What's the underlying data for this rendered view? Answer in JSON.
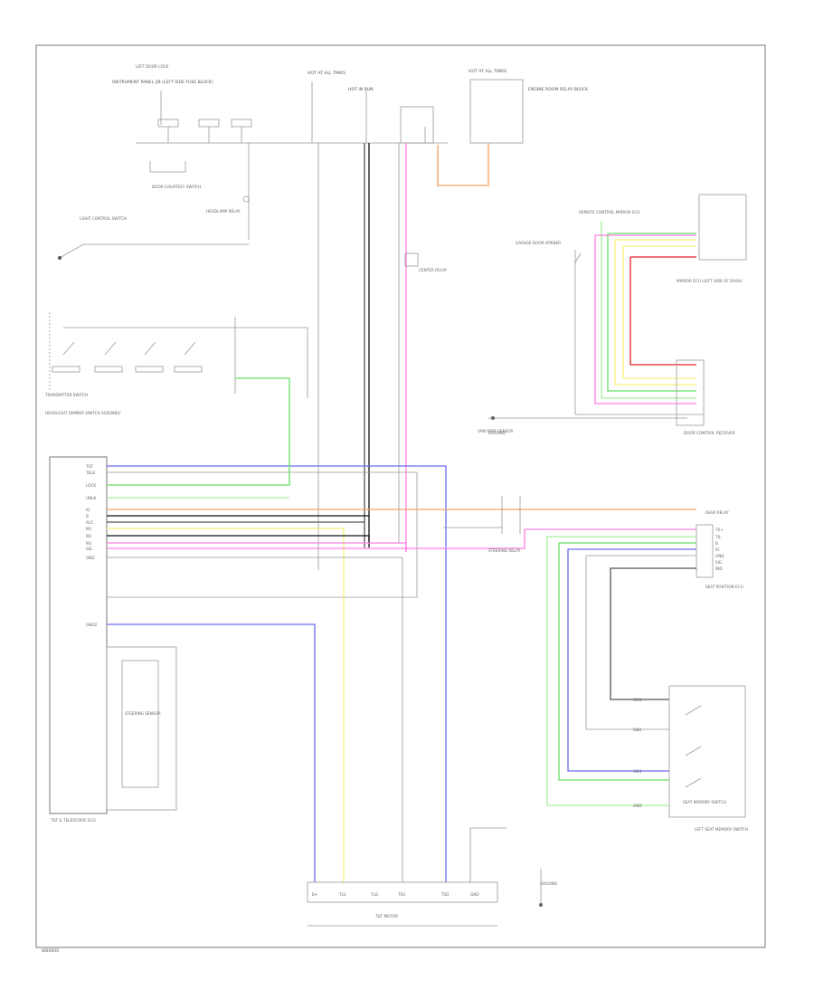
{
  "diagram": {
    "page_code": "W00000",
    "wire_colors": {
      "orange": "#f5a25d",
      "pink": "#ff7fe0",
      "red": "#e8202a",
      "yellow": "#f5f07a",
      "green": "#66e066",
      "lightgreen": "#a8ee9a",
      "blue": "#6a6af0",
      "gray": "#9a9a9a",
      "darkgray": "#555555",
      "black": "#111111"
    },
    "labels": {
      "top_left_fuse_block": "INSTRUMENT PANEL J/B (LEFT SIDE FUSE BLOCK)",
      "fuse_top_center": "HOT AT ALL TIMES",
      "hot_in_start_run": "HOT IN RUN",
      "top_right_fuse": "HOT AT ALL TIMES",
      "engine_room_fuse": "ENGINE ROOM RELAY BLOCK",
      "light_switch": "LIGHT CONTROL SWITCH",
      "door_switch": "DOOR COURTESY SWITCH",
      "headlamp_relay": "HEADLAMP RELAY",
      "left_door_lock": "LEFT DOOR LOCK",
      "transmitter_switch": "TRANSMITTER SWITCH",
      "headlight_switch_assy": "HEADLIGHT DIMMER SWITCH ASSEMBLY",
      "steering_relay": "STEERING RELAY",
      "center_relay": "CENTER RELAY",
      "mirror_ecu": "MIRROR ECU (LEFT SIDE OF DASH)",
      "rear_relay": "REAR RELAY",
      "garage_door_opener": "GARAGE DOOR OPENER",
      "remote_ecu": "REMOTE CONTROL MIRROR ECU",
      "tilt_ecu": "TILT & TELESCOPIC ECU",
      "module": "DOOR CONTROL RECEIVER",
      "steering_module": "STEERING SENSOR",
      "seat_ecu": "SEAT POSITION ECU",
      "seat_switch": "SEAT MEMORY SWITCH",
      "left_seat_switch": "LEFT SEAT MEMORY SWITCH",
      "connector_bottom": "TILT MOTOR",
      "ground_label": "GROUND",
      "ground_bottom_right": "GROUND",
      "oblique_sensor": "YAW RATE SENSOR"
    },
    "pins_left": [
      "TILT",
      "TELE",
      "LOCK",
      "UNLK",
      "IG",
      "B",
      "ACC",
      "M1",
      "M2",
      "M3",
      "SEL",
      "GND",
      "GND2"
    ],
    "pins_right": [
      "TX+",
      "TX-",
      "B",
      "IG",
      "GND",
      "SIG",
      "IND"
    ],
    "pins_bottom": [
      "B+",
      "TLU",
      "TLD",
      "TSU",
      "TSD",
      "GND"
    ],
    "pins_seat": [
      "SW1",
      "SW2",
      "SW3",
      "GND"
    ]
  }
}
